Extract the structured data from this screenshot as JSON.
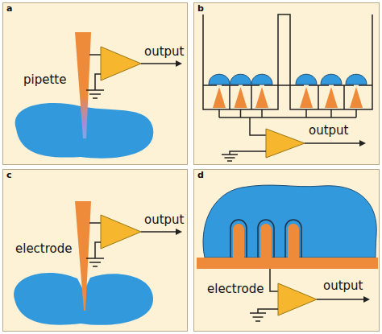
{
  "diagram": {
    "nodes": [
      {
        "text": [
          "a",
          "output",
          "pipette"
        ]
      },
      {
        "text": [
          "b",
          "output"
        ]
      },
      {
        "text": [
          "c",
          "output",
          "electrode"
        ]
      },
      {
        "text": [
          "d",
          "electrode",
          "output"
        ]
      }
    ]
  }
}
